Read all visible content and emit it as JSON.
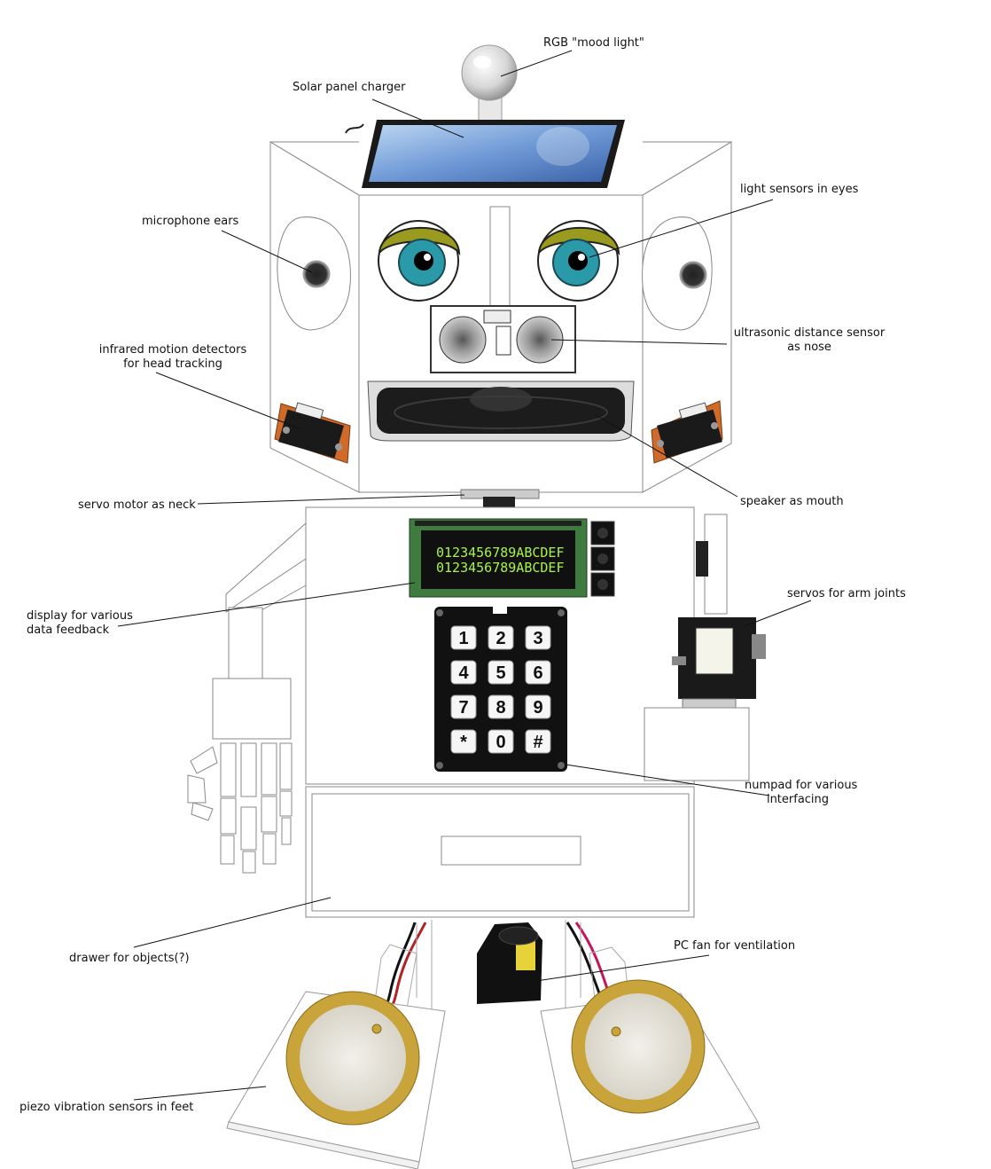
{
  "labels": {
    "mood_light": "RGB \"mood light\"",
    "solar": "Solar panel charger",
    "light_sensors": "light sensors in eyes",
    "microphone": "microphone ears",
    "ultrasonic_1": "ultrasonic distance sensor",
    "ultrasonic_2": "as nose",
    "infrared_1": "infrared motion detectors",
    "infrared_2": "for head tracking",
    "servo_neck": "servo motor as neck",
    "speaker": "speaker as mouth",
    "arm_servos": "servos for arm joints",
    "display_1": "display for various",
    "display_2": "data feedback",
    "numpad_1": "numpad for various",
    "numpad_2": "interfacing",
    "drawer": "drawer for objects(?)",
    "fan": "PC fan for ventilation",
    "piezo": "piezo vibration sensors in feet"
  },
  "lcd": {
    "line1": "0123456789ABCDEF",
    "line2": "0123456789ABCDEF"
  },
  "keypad": {
    "keys": [
      "1",
      "2",
      "3",
      "4",
      "5",
      "6",
      "7",
      "8",
      "9",
      "*",
      "0",
      "#"
    ]
  },
  "colors": {
    "outline": "#888888",
    "eyelid": "#9a9a1e",
    "iris": "#2a9aa8",
    "lcd_bg": "#101010",
    "lcd_text": "#a8f24a",
    "pcb_green": "#3f7a3f",
    "piezo_gold": "#c9a43a",
    "sensor_orange": "#d06a2a"
  }
}
